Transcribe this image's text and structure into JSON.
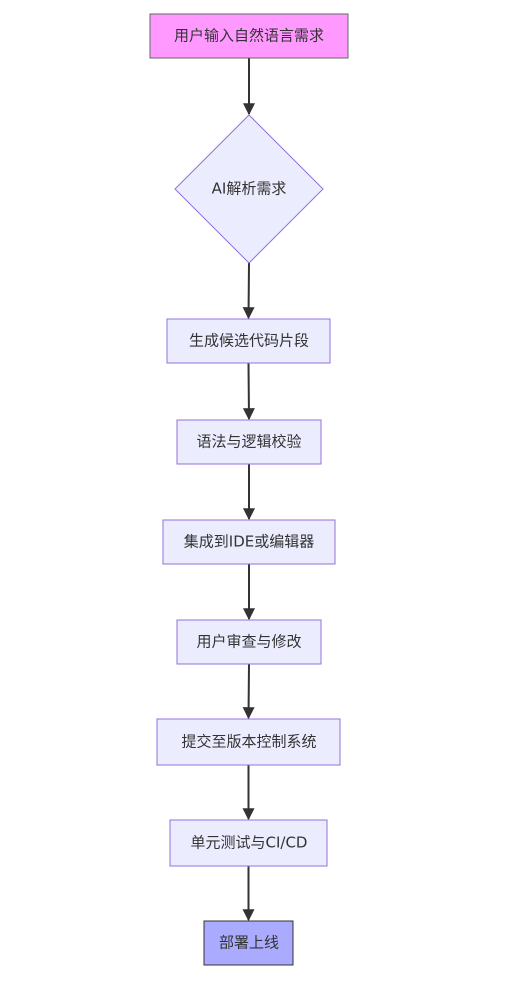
{
  "diagram": {
    "nodes": [
      {
        "id": "n1",
        "label": "用户输入自然语言需求",
        "shape": "rect",
        "fill": "#ff99ff",
        "stroke": "#666666"
      },
      {
        "id": "n2",
        "label": "AI解析需求",
        "shape": "diamond",
        "fill": "#ececff",
        "stroke": "#9370db"
      },
      {
        "id": "n3",
        "label": "生成候选代码片段",
        "shape": "rect",
        "fill": "#ececff",
        "stroke": "#9370db"
      },
      {
        "id": "n4",
        "label": "语法与逻辑校验",
        "shape": "rect",
        "fill": "#ececff",
        "stroke": "#9370db"
      },
      {
        "id": "n5",
        "label": "集成到IDE或编辑器",
        "shape": "rect",
        "fill": "#ececff",
        "stroke": "#9370db"
      },
      {
        "id": "n6",
        "label": "用户审查与修改",
        "shape": "rect",
        "fill": "#ececff",
        "stroke": "#9370db"
      },
      {
        "id": "n7",
        "label": "提交至版本控制系统",
        "shape": "rect",
        "fill": "#ececff",
        "stroke": "#9370db"
      },
      {
        "id": "n8",
        "label": "单元测试与CI/CD",
        "shape": "rect",
        "fill": "#ececff",
        "stroke": "#9370db"
      },
      {
        "id": "n9",
        "label": "部署上线",
        "shape": "rect",
        "fill": "#aaaaff",
        "stroke": "#333333"
      }
    ],
    "edges": [
      {
        "from": "n1",
        "to": "n2"
      },
      {
        "from": "n2",
        "to": "n3"
      },
      {
        "from": "n3",
        "to": "n4"
      },
      {
        "from": "n4",
        "to": "n5"
      },
      {
        "from": "n5",
        "to": "n6"
      },
      {
        "from": "n6",
        "to": "n7"
      },
      {
        "from": "n7",
        "to": "n8"
      },
      {
        "from": "n8",
        "to": "n9"
      }
    ],
    "edge_color": "#333333"
  }
}
